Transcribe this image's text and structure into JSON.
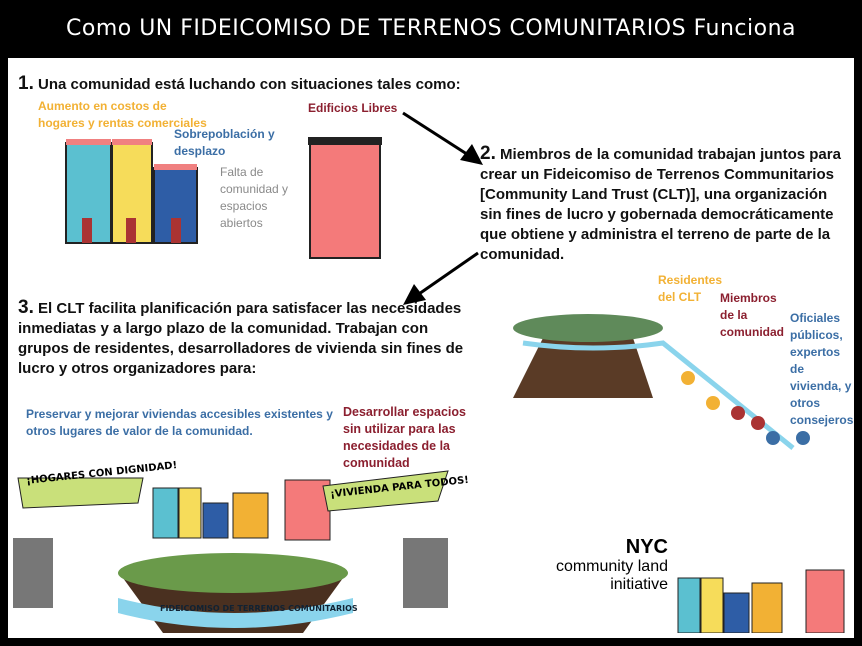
{
  "title": "Como UN FIDEICOMISO DE TERRENOS COMUNITARIOS Funciona",
  "step1": {
    "number": "1.",
    "text": "Una comunidad está luchando con situaciones tales como:",
    "labels": {
      "costs": "Aumento en costos de hogares y rentas comerciales",
      "overpop": "Sobrepoblación y desplazo",
      "lack": "Falta de comunidad y espacios abiertos",
      "vacant": "Edificios Libres"
    }
  },
  "step2": {
    "number": "2.",
    "text": "Miembros de la comunidad trabajan juntos para crear un Fideicomiso de Terrenos Communitarios [Community Land Trust (CLT)], una organización sin fines de lucro y gobernada democráticamente que obtiene y administra el terreno de parte de la comunidad.",
    "labels": {
      "residents": "Residentes del CLT",
      "members": "Miembros de la comunidad",
      "officials": "Oficiales públicos, expertos de vivienda, y otros consejeros"
    }
  },
  "step3": {
    "number": "3.",
    "text": "El CLT facilita planificación para satisfacer las necesidades inmediatas y a largo plazo de la comunidad. Trabajan con grupos de residentes, desarrolladores de vivienda sin fines de lucro  y otros organizadores para:",
    "labels": {
      "preserve": "Preservar y mejorar viviendas accesibles existentes y otros lugares de valor de la comunidad.",
      "develop": "Desarrollar espacios sin utilizar para las necesidades de la comunidad"
    }
  },
  "banners": {
    "left": "¡HOGARES CON DIGNIDAD!",
    "right": "¡VIVIENDA PARA TODOS!",
    "ribbon": "FIDEICOMISO DE TERRENOS COMUNITARIOS"
  },
  "logo": {
    "line1": "NYC",
    "line2": "community land",
    "line3": "initiative"
  }
}
